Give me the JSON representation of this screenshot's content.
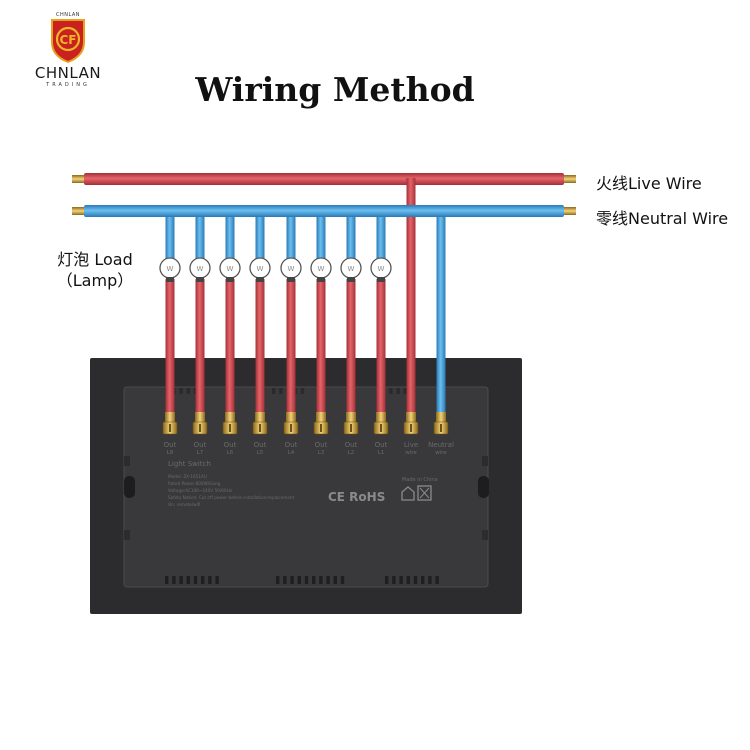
{
  "brand": {
    "top_text": "CHNLAN",
    "logo_letters": "CF",
    "name": "CHNLAN",
    "subtitle": "TRADING"
  },
  "title": "Wiring Method",
  "wires": {
    "live_label": "火线Live Wire",
    "neutral_label": "零线Neutral Wire",
    "live_color": "#d0484f",
    "neutral_color": "#3f9fdc"
  },
  "load": {
    "line1": "灯泡 Load",
    "line2": "（Lamp）",
    "bulb_glyph": "W"
  },
  "terminals": [
    {
      "top": "Out",
      "bottom": "L8"
    },
    {
      "top": "Out",
      "bottom": "L7"
    },
    {
      "top": "Out",
      "bottom": "L6"
    },
    {
      "top": "Out",
      "bottom": "L5"
    },
    {
      "top": "Out",
      "bottom": "L4"
    },
    {
      "top": "Out",
      "bottom": "L3"
    },
    {
      "top": "Out",
      "bottom": "L2"
    },
    {
      "top": "Out",
      "bottom": "L1"
    },
    {
      "top": "Live",
      "bottom": "wire"
    },
    {
      "top": "Neutral",
      "bottom": "wire"
    }
  ],
  "device": {
    "product": "Light Switch",
    "specs": [
      "Model: ZX-1651AU",
      "Rated Power:800W/Gang",
      "Voltage:AC100~240V 50/60Hz",
      "Safety Notice: Cut off power before installation/replacement",
      "On: remote/wifi"
    ],
    "certs": "CE RoHS",
    "made_in": "Made in China"
  }
}
